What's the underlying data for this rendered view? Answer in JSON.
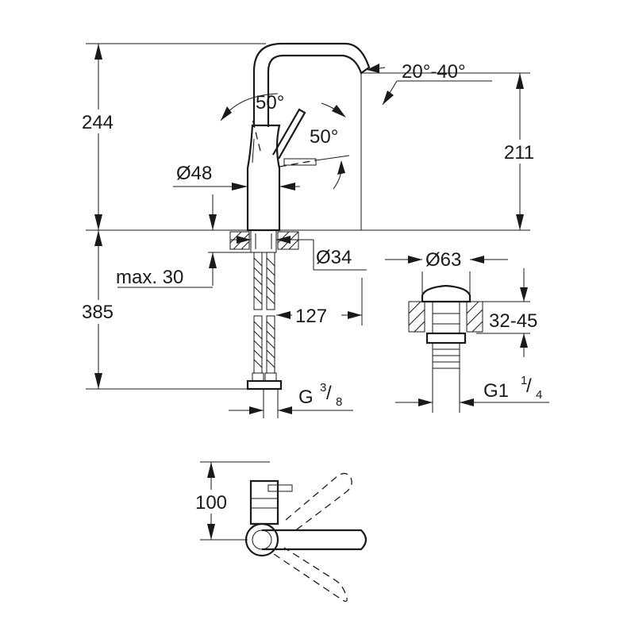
{
  "dimensions": {
    "overall_height": "244",
    "spout_height": "211",
    "spout_swivel": "20°-40°",
    "lever_angle_top": "50°",
    "lever_angle_side": "50°",
    "body_diameter": "Ø48",
    "tail_diameter": "Ø34",
    "max_deck": "max. 30",
    "hose_length": "385",
    "hose_offset": "127",
    "hose_thread_letter": "G",
    "hose_thread_num": "3",
    "hose_thread_den": "8",
    "waste_diameter": "Ø63",
    "waste_deck": "32-45",
    "waste_thread": "G1",
    "waste_thread_num": "1",
    "waste_thread_den": "4",
    "plan_depth": "100"
  }
}
